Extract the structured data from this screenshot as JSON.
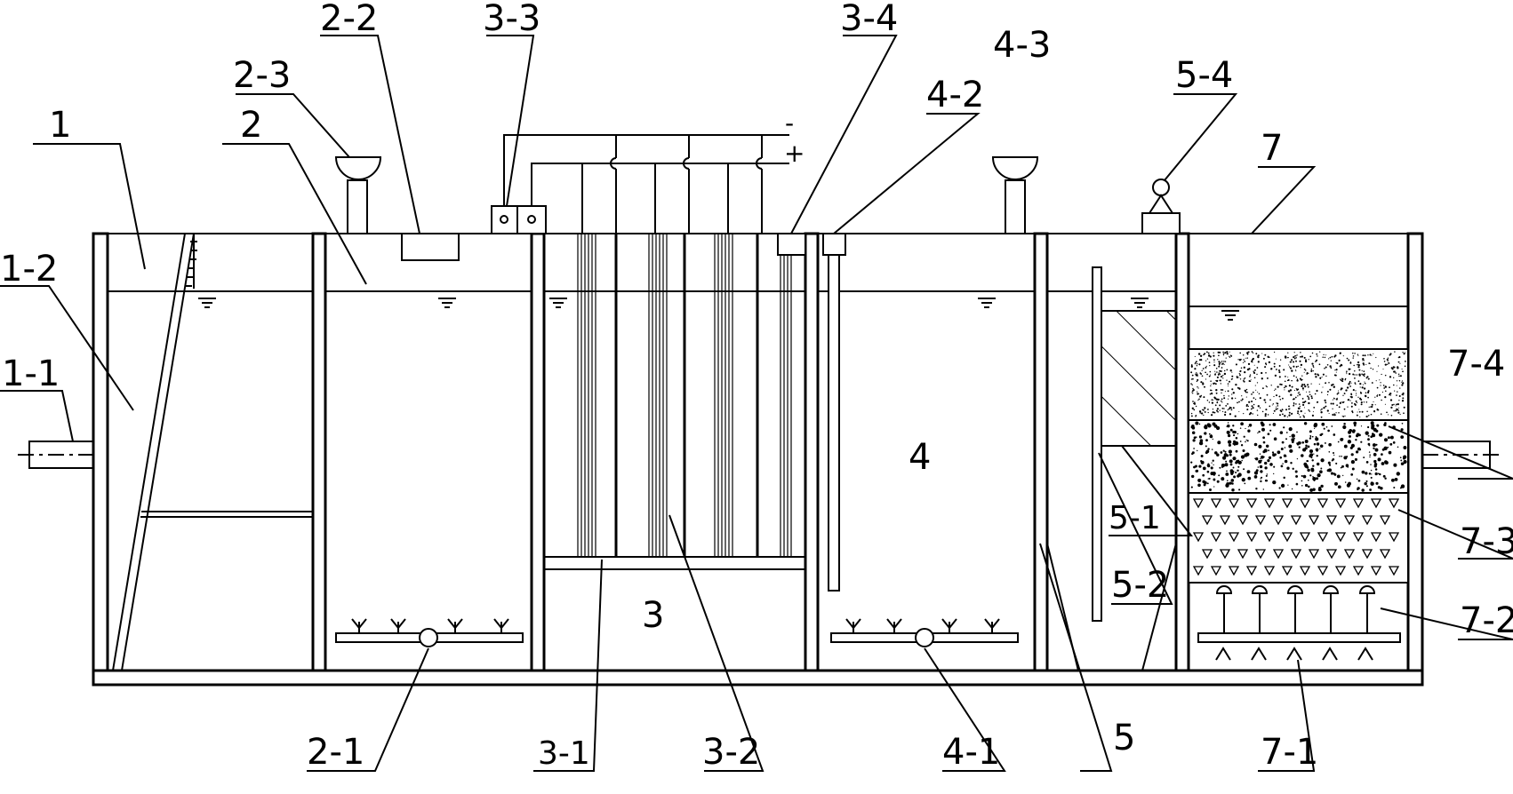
{
  "labels": {
    "l1": "1",
    "l1_1": "1-1",
    "l1_2": "1-2",
    "l2": "2",
    "l2_1": "2-1",
    "l2_2": "2-2",
    "l2_3": "2-3",
    "l3": "3",
    "l3_1": "3-1",
    "l3_2": "3-2",
    "l3_3": "3-3",
    "l3_4": "3-4",
    "l4": "4",
    "l4_1": "4-1",
    "l4_2": "4-2",
    "l4_3": "4-3",
    "l5": "5",
    "l5_1": "5-1",
    "l5_2": "5-2",
    "l5_4": "5-4",
    "l7": "7",
    "l7_1": "7-1",
    "l7_2": "7-2",
    "l7_3": "7-3",
    "l7_4": "7-4",
    "minus": "-",
    "plus": "+"
  },
  "colors": {
    "line": "#000000",
    "background": "#ffffff"
  }
}
